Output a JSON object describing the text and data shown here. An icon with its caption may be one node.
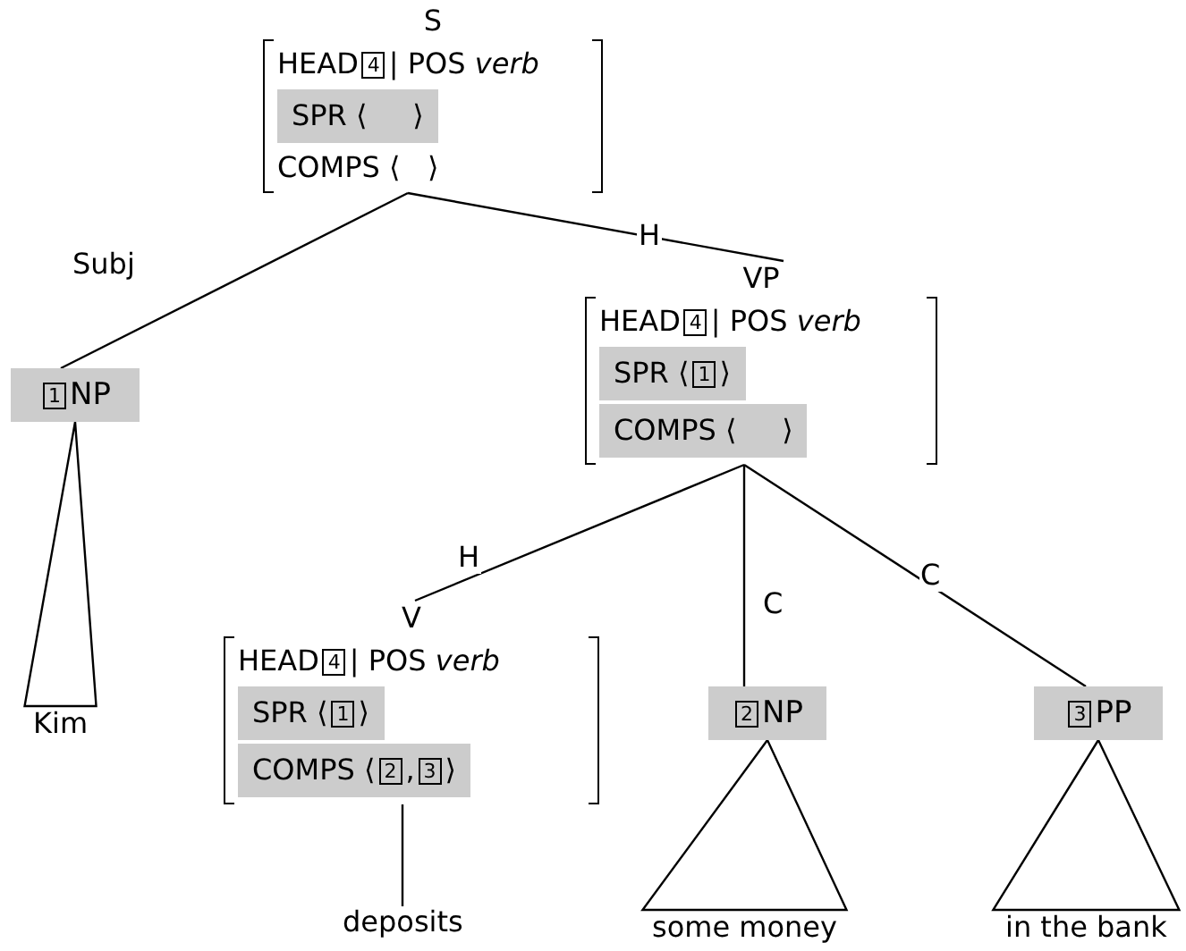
{
  "diagram": {
    "nodes": [
      {
        "text": [
          "S",
          "HEAD",
          "| POS *verb*",
          "COMPS ⟨   ⟩"
        ]
      },
      {
        "text": [
          "4"
        ],
        "in": 0
      },
      {
        "text": [
          "SPR ⟨     ⟩"
        ],
        "in": 0
      },
      {
        "text": [
          "NP"
        ]
      },
      {
        "text": [
          "1"
        ],
        "in": 3
      },
      {
        "text": [
          "Kim"
        ]
      },
      {
        "text": [
          "VP",
          "HEAD",
          "| POS *verb*"
        ]
      },
      {
        "text": [
          "4"
        ],
        "in": 6
      },
      {
        "text": [
          "SPR ⟨",
          "⟩"
        ],
        "in": 6
      },
      {
        "text": [
          "1"
        ],
        "in": 8
      },
      {
        "text": [
          "COMPS ⟨     ⟩"
        ],
        "in": 6
      },
      {
        "text": [
          "V",
          "HEAD",
          "| POS *verb*"
        ]
      },
      {
        "text": [
          "4"
        ],
        "in": 11
      },
      {
        "text": [
          "SPR ⟨",
          "⟩"
        ],
        "in": 11
      },
      {
        "text": [
          "1"
        ],
        "in": 13
      },
      {
        "text": [
          "COMPS ⟨",
          ",",
          "⟩"
        ],
        "in": 11
      },
      {
        "text": [
          "2"
        ],
        "in": 15
      },
      {
        "text": [
          "3"
        ],
        "in": 15
      },
      {
        "text": [
          "NP"
        ]
      },
      {
        "text": [
          "2"
        ],
        "in": 18
      },
      {
        "text": [
          "PP"
        ]
      },
      {
        "text": [
          "3"
        ],
        "in": 20
      },
      {
        "text": [
          "deposits"
        ]
      },
      {
        "text": [
          "some money"
        ]
      },
      {
        "text": [
          "in the bank"
        ]
      }
    ],
    "edges": [
      {
        "from": 0,
        "to": 3,
        "arrow": "none",
        "label": "Subj"
      },
      {
        "from": 0,
        "to": 6,
        "arrow": "none",
        "label": "H"
      },
      {
        "from": 6,
        "to": 11,
        "arrow": "none",
        "label": "H"
      },
      {
        "from": 6,
        "to": 18,
        "arrow": "none",
        "label": "C"
      },
      {
        "from": 6,
        "to": 20,
        "arrow": "none",
        "label": "C"
      },
      {
        "from": 3,
        "to": 5,
        "arrow": "none"
      },
      {
        "from": 11,
        "to": 22,
        "arrow": "none"
      },
      {
        "from": 18,
        "to": 23,
        "arrow": "none"
      },
      {
        "from": 20,
        "to": 24,
        "arrow": "none"
      }
    ]
  }
}
